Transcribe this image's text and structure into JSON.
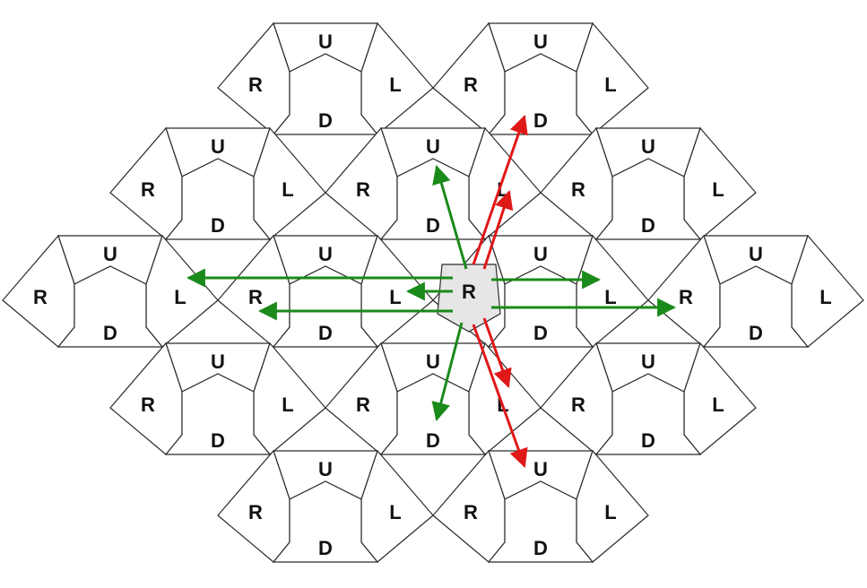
{
  "colors": {
    "cell_fill": "#ffffff",
    "center_fill": "#e6e6e6",
    "border": "#2b2b2b",
    "green_arrow": "#1a8a1a",
    "red_arrow": "#e01818"
  },
  "cells": [
    {
      "id": "c-0-0",
      "labels": [
        "U",
        "R",
        "L",
        "D"
      ]
    },
    {
      "id": "c-0-1",
      "labels": [
        "U",
        "R",
        "L",
        "D"
      ]
    },
    {
      "id": "c-1-0",
      "labels": [
        "U",
        "R",
        "L",
        "D"
      ]
    },
    {
      "id": "c-1-1",
      "labels": [
        "U",
        "R",
        "L",
        "D"
      ]
    },
    {
      "id": "c-1-2",
      "labels": [
        "U",
        "R",
        "L",
        "D"
      ]
    },
    {
      "id": "c-2-0",
      "labels": [
        "U",
        "R",
        "L",
        "D"
      ]
    },
    {
      "id": "c-2-1",
      "labels": [
        "U",
        "R",
        "L",
        "D"
      ]
    },
    {
      "id": "c-2-2",
      "labels": [
        "U",
        "R",
        "L",
        "D"
      ]
    },
    {
      "id": "c-2-3",
      "labels": [
        "U",
        "R",
        "L",
        "D"
      ]
    },
    {
      "id": "c-3-0",
      "labels": [
        "U",
        "R",
        "L",
        "D"
      ]
    },
    {
      "id": "c-3-1",
      "labels": [
        "U",
        "R",
        "L",
        "D"
      ]
    },
    {
      "id": "c-3-2",
      "labels": [
        "U",
        "R",
        "L",
        "D"
      ]
    },
    {
      "id": "c-4-0",
      "labels": [
        "U",
        "R",
        "L",
        "D"
      ]
    },
    {
      "id": "c-4-1",
      "labels": [
        "U",
        "R",
        "L",
        "D"
      ]
    }
  ],
  "center_label": "R",
  "arrows": [
    {
      "color": "green",
      "from": "center",
      "to": "c-2-1 L"
    },
    {
      "color": "green",
      "from": "center",
      "to": "c-2-0 L"
    },
    {
      "color": "green",
      "from": "center",
      "to": "c-2-1 (lower)"
    },
    {
      "color": "green",
      "from": "center",
      "to": "c-2-2 L"
    },
    {
      "color": "green",
      "from": "center",
      "to": "c-2-3 R"
    },
    {
      "color": "green",
      "from": "center",
      "to": "c-1-1 U"
    },
    {
      "color": "green",
      "from": "center",
      "to": "c-3-1 D"
    },
    {
      "color": "red",
      "from": "center",
      "to": "c-1-1 L"
    },
    {
      "color": "red",
      "from": "center",
      "to": "c-0-1 D"
    },
    {
      "color": "red",
      "from": "center",
      "to": "c-3-1 L"
    },
    {
      "color": "red",
      "from": "center",
      "to": "c-4-1 U"
    }
  ]
}
